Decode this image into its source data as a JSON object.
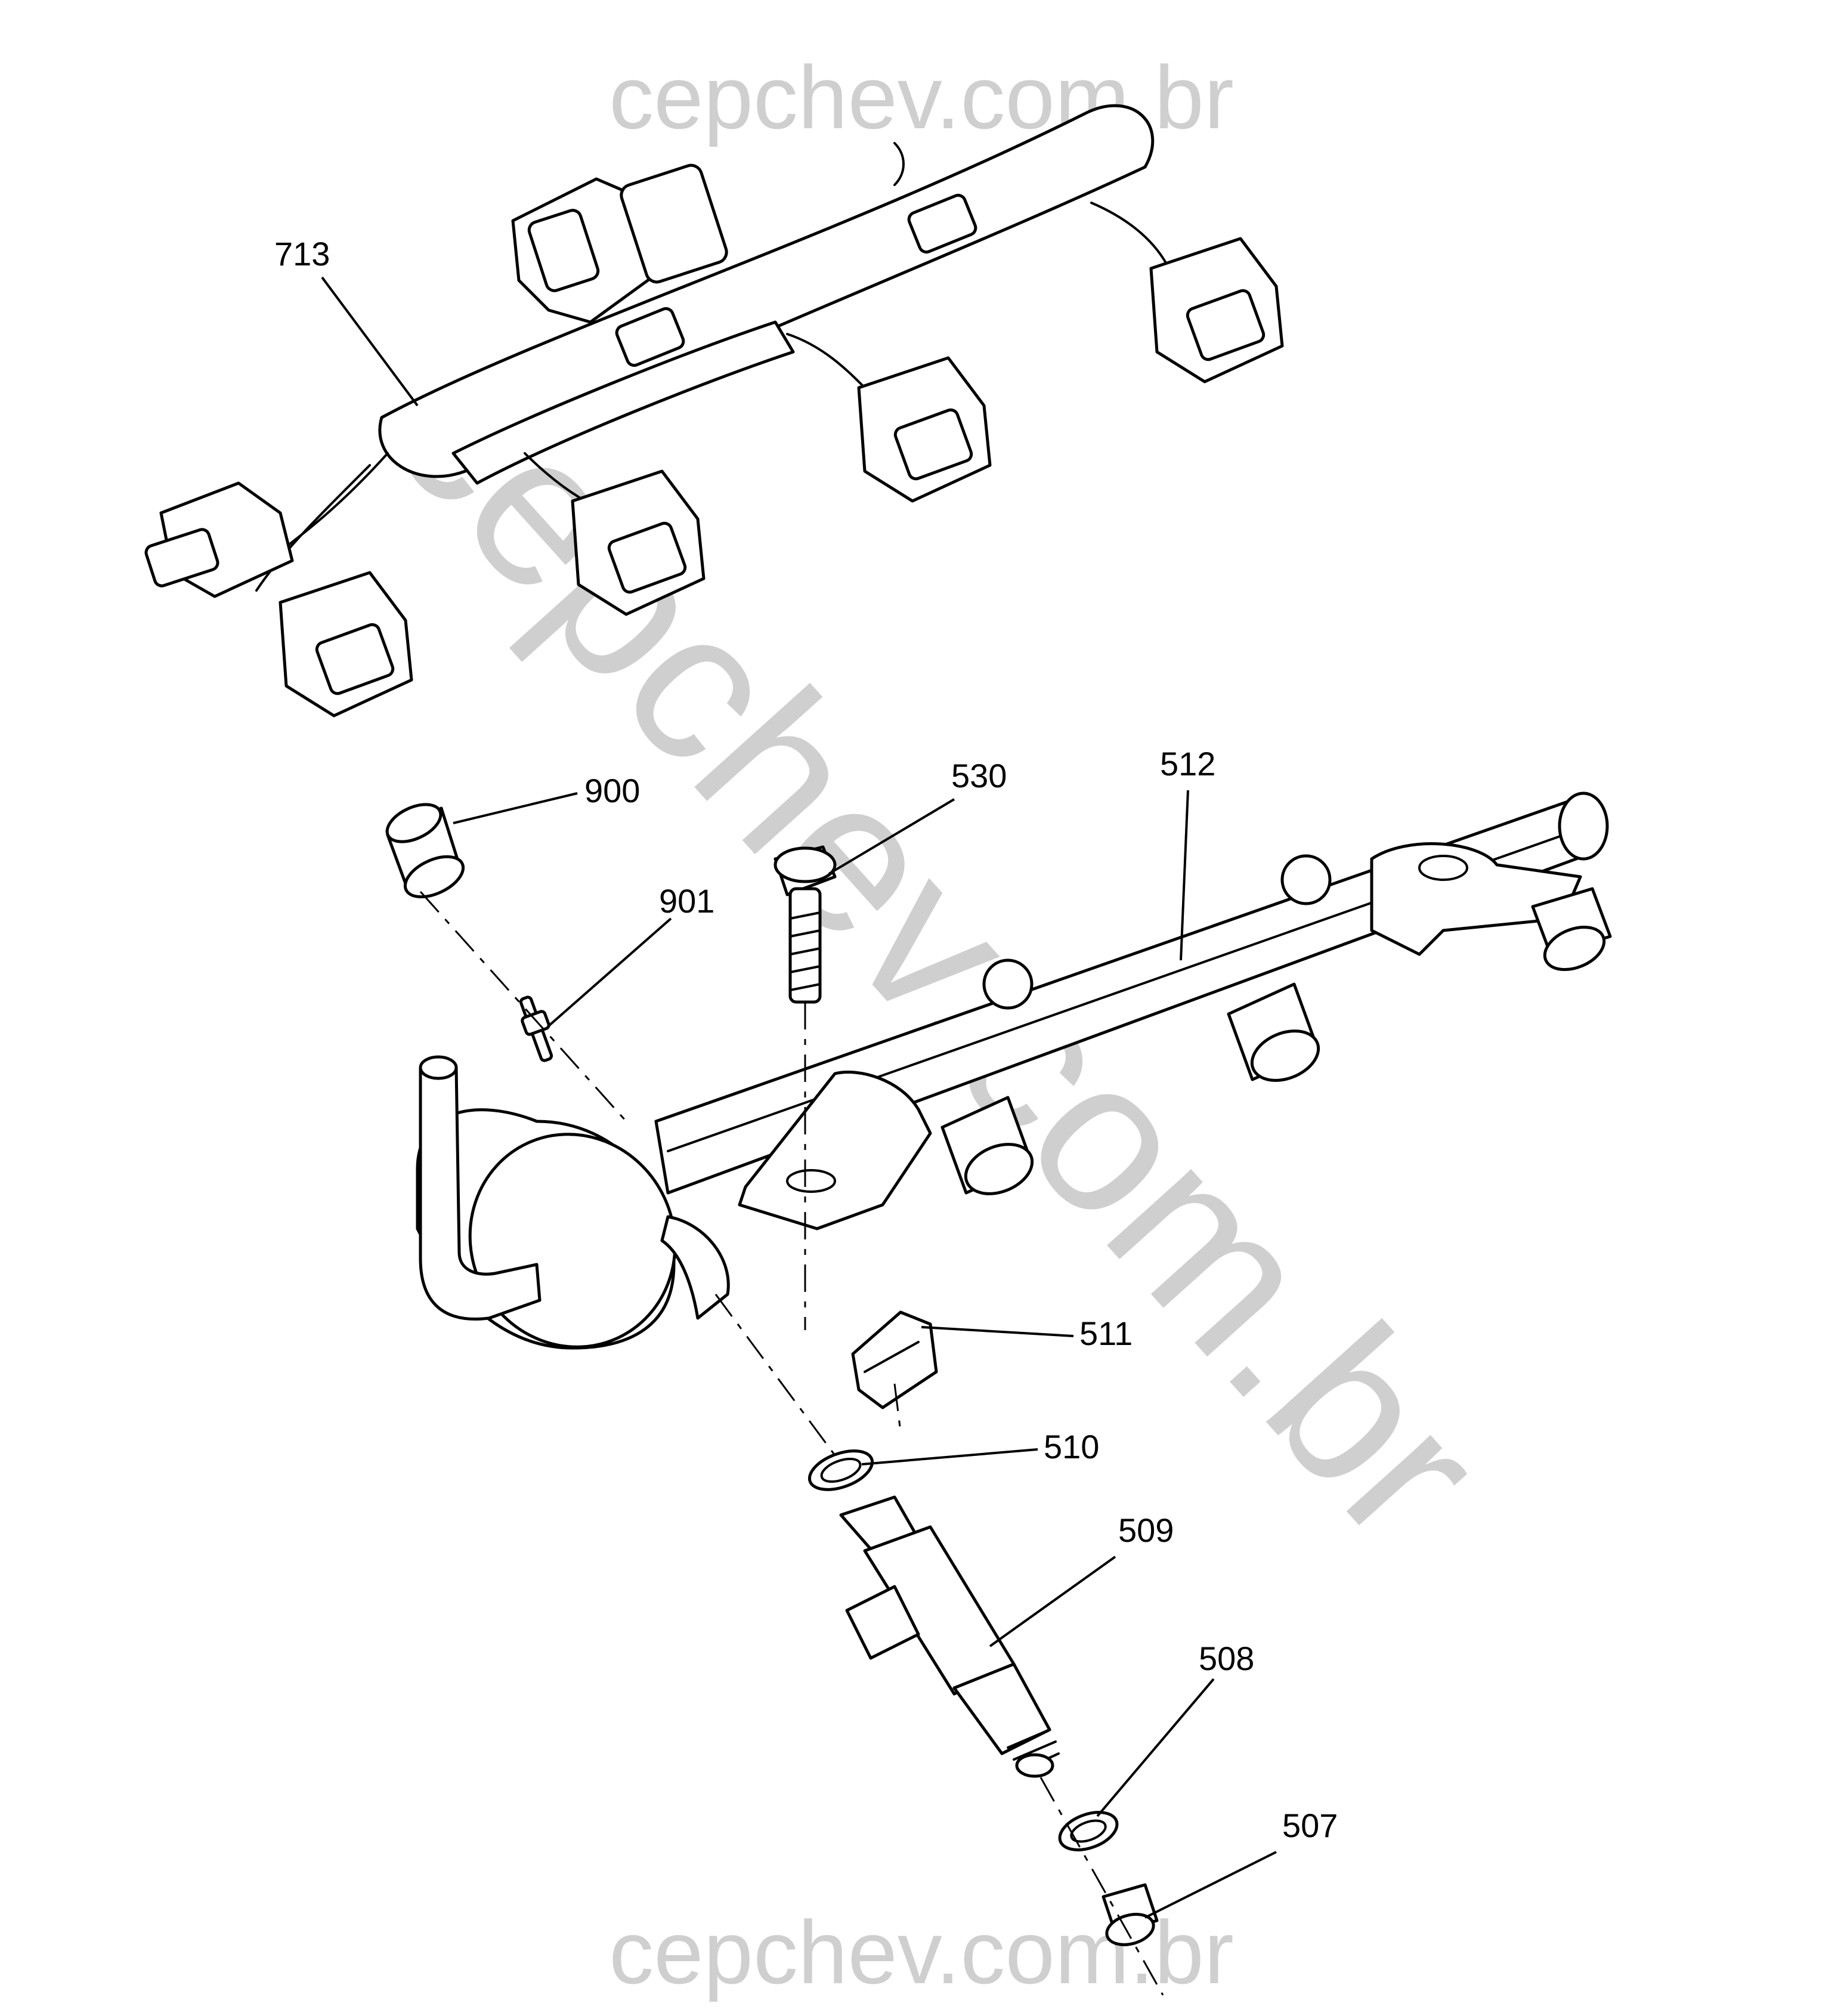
{
  "watermark": {
    "top": "cepchev.com.br",
    "diagonal": "cepchev.com.br",
    "bottom": "cepchev.com.br"
  },
  "callouts": [
    {
      "id": "c713",
      "text": "713"
    },
    {
      "id": "c900",
      "text": "900"
    },
    {
      "id": "c901",
      "text": "901"
    },
    {
      "id": "c530",
      "text": "530"
    },
    {
      "id": "c512",
      "text": "512"
    },
    {
      "id": "c511",
      "text": "511"
    },
    {
      "id": "c510",
      "text": "510"
    },
    {
      "id": "c509",
      "text": "509"
    },
    {
      "id": "c508",
      "text": "508"
    },
    {
      "id": "c507",
      "text": "507"
    }
  ],
  "colors": {
    "line": "#000000",
    "watermark": "#cfcfcf",
    "background": "#ffffff"
  }
}
